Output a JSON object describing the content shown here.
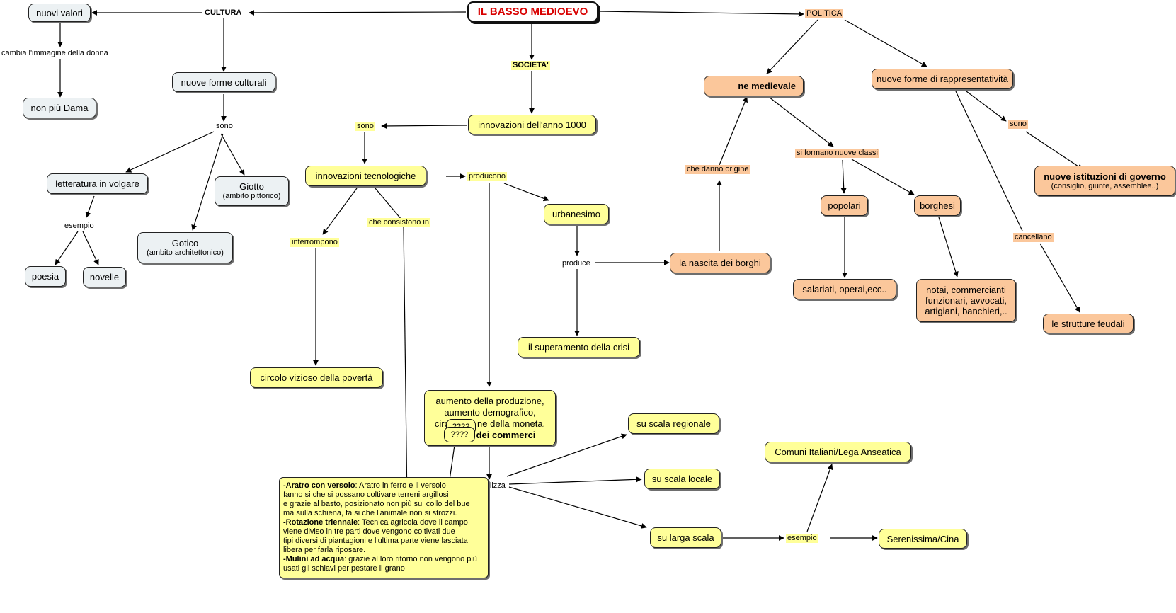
{
  "nodes": {
    "title": "IL BASSO MEDIOEVO",
    "nuovi_valori": "nuovi valori",
    "non_piu_dama": "non più Dama",
    "nuove_forme_culturali": "nuove forme culturali",
    "letteratura": "letteratura in volgare",
    "giotto": "Giotto",
    "giotto_sub": "(ambito pittorico)",
    "gotico": "Gotico",
    "gotico_sub": "(ambito architettonico)",
    "poesia": "poesia",
    "novelle": "novelle",
    "innovazioni_1000": "innovazioni dell'anno 1000",
    "innovazioni_tecnologiche": "innovazioni tecnologiche",
    "urbanesimo": "urbanesimo",
    "nascita_borghi": "la nascita dei borghi",
    "superamento_crisi": "il superamento della crisi",
    "circolo_vizioso": "circolo vizioso della povertà",
    "aumento_line1": "aumento della produzione,",
    "aumento_line2": "aumento demografico,",
    "aumento_line3a": "circ",
    "aumento_line3b": "ne della moneta,",
    "aumento_line4a": "r",
    "aumento_line4b": "dei commerci",
    "popup_top": "????",
    "popup_bottom": "????",
    "scala_regionale": "su scala regionale",
    "scala_locale": "su scala locale",
    "larga_scala": "su larga scala",
    "comuni": "Comuni Italiani/Lega Anseatica",
    "serenissima": "Serenissima/Cina",
    "medievale": "ne medievale",
    "rappresentativita": "nuove forme di rappresentatività",
    "popolari": "popolari",
    "borghesi": "borghesi",
    "salariati": "salariati, operai,ecc..",
    "notai": "notai, commercianti funzionari, avvocati, artigiani, banchieri,..",
    "istituzioni": "nuove istituzioni di governo",
    "istituzioni_sub": "(consiglio, giunte, assemblee..)",
    "strutture_feudali": "le strutture feudali"
  },
  "labels": {
    "cultura": "CULTURA",
    "societa": "SOCIETA'",
    "politica": "POLITICA",
    "cambia": "cambia l'immagine della donna",
    "sono_cultura": "sono",
    "esempio_lett": "esempio",
    "sono_soc": "sono",
    "producono": "producono",
    "interrompono": "interrompono",
    "consistono": "che consistono in",
    "produce": "produce",
    "si_realizza": "si realizza",
    "esempio_scala": "esempio",
    "danno_origine": "che danno origine",
    "nuove_classi": "si formano nuove classi",
    "sono_pol": "sono",
    "cancellano": "cancellano"
  },
  "description": {
    "aratro_title": "-Aratro con versoio",
    "aratro_l1": ": Aratro in ferro e il versoio",
    "aratro_l2": "fanno si che si possano coltivare terreni argillosi",
    "aratro_l3": "e grazie al basto, posizionato non più sul collo del bue",
    "aratro_l4": "ma sulla schiena, fa si che l'animale non si strozzi.",
    "rotazione_title": "-Rotazione triennale",
    "rotazione_l1": ": Tecnica agricola dove il campo",
    "rotazione_l2": "viene diviso in tre parti dove vengono coltivati due",
    "rotazione_l3": "tipi diversi di piantagioni e l'ultima parte viene lasciata",
    "rotazione_l4": "libera per farla riposare.",
    "mulini_title": "-Mulini ad acqua",
    "mulini_l1": ": grazie al loro ritorno non vengono più",
    "mulini_l2": "usati gli schiavi per pestare il grano"
  },
  "colors": {
    "culture_fill": "#ecf1f3",
    "society_fill": "#ffff99",
    "politics_fill": "#fbc79b",
    "title_text": "#d80000"
  }
}
